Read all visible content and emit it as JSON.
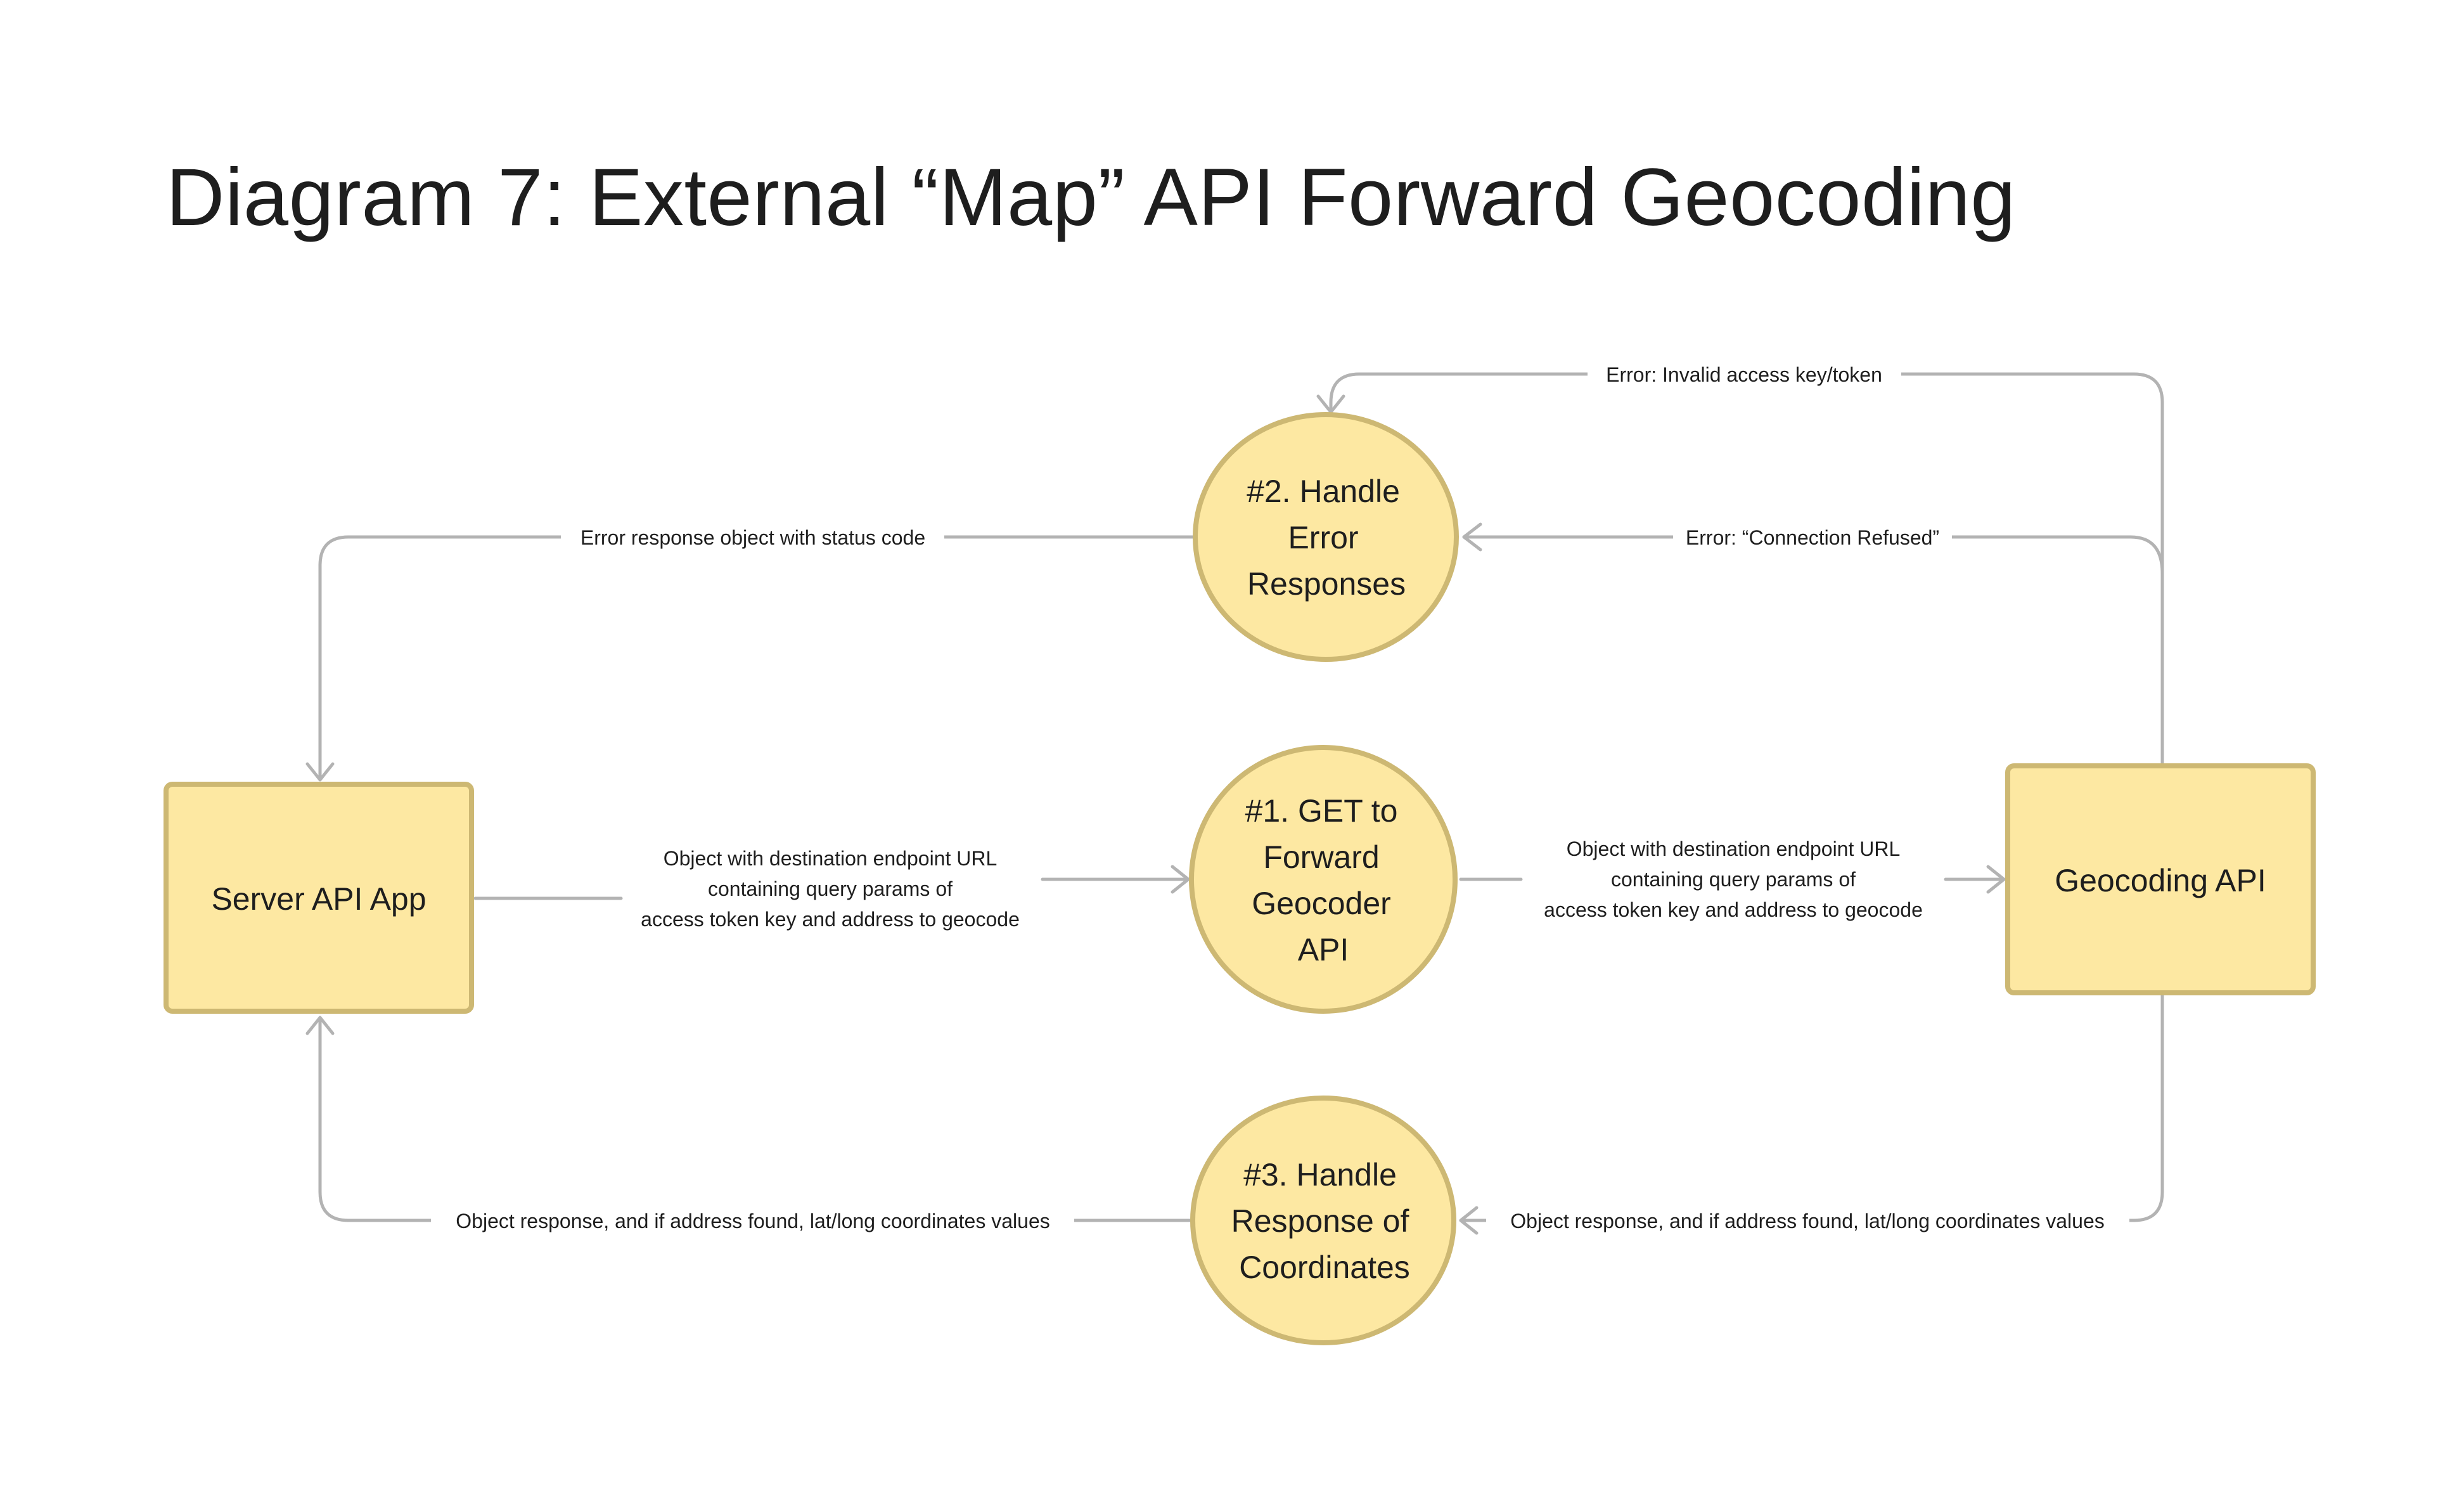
{
  "title": "Diagram 7: External “Map” API Forward Geocoding",
  "nodes": {
    "server": {
      "label": [
        "Server API App"
      ]
    },
    "geocoding": {
      "label": [
        "Geocoding API"
      ]
    },
    "get_forward": {
      "label": [
        "#1. GET to",
        "Forward",
        "Geocoder",
        "API"
      ]
    },
    "handle_errors": {
      "label": [
        "#2. Handle",
        "Error",
        "Responses"
      ]
    },
    "handle_coords": {
      "label": [
        "#3. Handle",
        "Response of",
        "Coordinates"
      ]
    }
  },
  "edges": {
    "server_to_get": [
      "Object with destination endpoint URL",
      "containing query params of",
      "access token key and address to geocode"
    ],
    "get_to_geocoding": [
      "Object with destination endpoint URL",
      "containing query params of",
      "access token key and address to geocode"
    ],
    "invalid_token": [
      "Error: Invalid access key/token"
    ],
    "connection_refused": [
      "Error: “Connection Refused”"
    ],
    "error_to_server": [
      "Error response object with status code"
    ],
    "geocoding_to_coords": [
      "Object response, and if address found, lat/long coordinates values"
    ],
    "coords_to_server": [
      "Object response, and if address found, lat/long coordinates values"
    ]
  },
  "colors": {
    "node_fill": "#fde8a2",
    "node_stroke": "#cdb873",
    "connector": "#b3b3b3",
    "text": "#1e1e1e"
  }
}
